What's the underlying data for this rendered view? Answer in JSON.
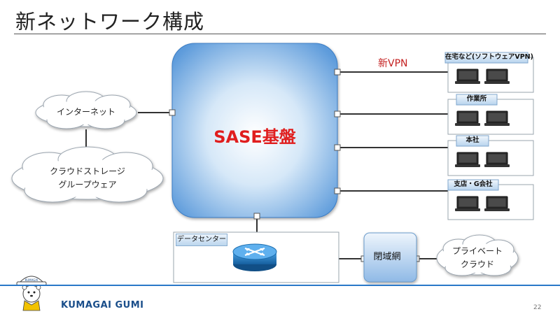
{
  "title": "新ネットワーク構成",
  "sase": {
    "label": "SASE基盤"
  },
  "vpn_label": "新VPN",
  "sites": [
    {
      "label": "在宅など(ソフトウェアVPN)"
    },
    {
      "label": "作業所"
    },
    {
      "label": "本社"
    },
    {
      "label": "支店・G会社"
    }
  ],
  "clouds": {
    "internet": {
      "lines": [
        "インターネット"
      ]
    },
    "storage": {
      "lines": [
        "クラウドストレージ",
        "グループウェア"
      ]
    },
    "private": {
      "lines": [
        "プライベート",
        "クラウド"
      ]
    }
  },
  "datacenter": {
    "label": "データセンター"
  },
  "closed_network": {
    "label": "閉域網"
  },
  "mascot": {
    "helmet_text": "KUMAGAI"
  },
  "footer": {
    "company": "KUMAGAI GUMI",
    "page_number": "22"
  },
  "colors": {
    "sase_red": "#e01e1e",
    "vpn_red": "#c42020",
    "accent_blue": "#2a78c8",
    "company_blue": "#1a4e8a",
    "router_blue": "#1f74b8"
  }
}
